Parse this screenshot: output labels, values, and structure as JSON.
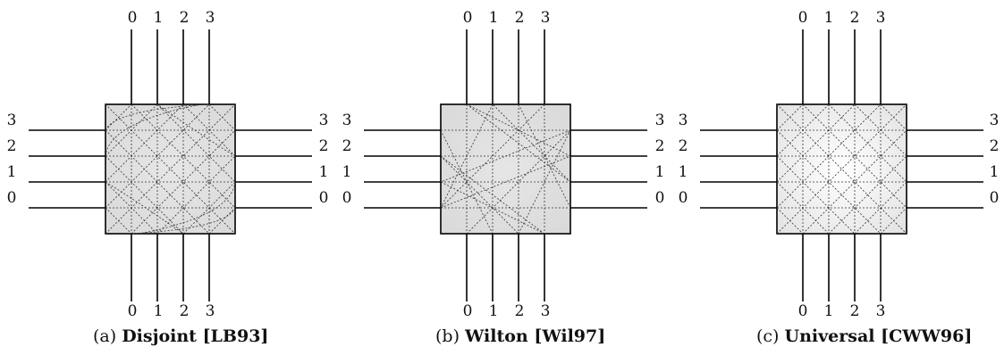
{
  "panels": [
    {
      "id": "a",
      "caption_prefix": "(a)",
      "caption_title": "Disjoint [LB93]",
      "track_labels": [
        "0",
        "1",
        "2",
        "3"
      ],
      "switch_pattern": "disjoint"
    },
    {
      "id": "b",
      "caption_prefix": "(b)",
      "caption_title": "Wilton [Wil97]",
      "track_labels": [
        "0",
        "1",
        "2",
        "3"
      ],
      "switch_pattern": "wilton"
    },
    {
      "id": "c",
      "caption_prefix": "(c)",
      "caption_title": "Universal [CWW96]",
      "track_labels": [
        "0",
        "1",
        "2",
        "3"
      ],
      "switch_pattern": "universal"
    }
  ],
  "colors": {
    "box_fill": "#e6e6e6",
    "box_fill_light": "#f4f4f4",
    "wire": "#000000",
    "switch_line": "#333333"
  }
}
